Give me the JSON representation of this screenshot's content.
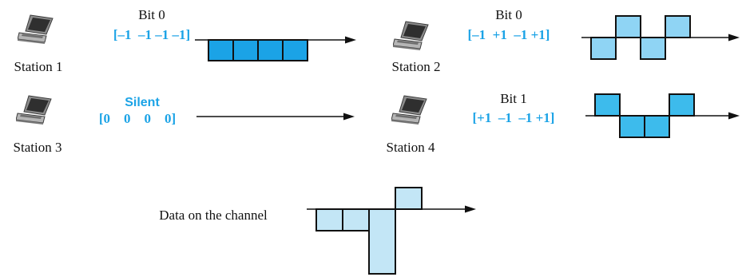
{
  "stations": [
    {
      "id": 1,
      "label": "Station 1",
      "bit_label": "Bit 0",
      "code_text": "[–1  –1 –1 –1]",
      "code": [
        -1,
        -1,
        -1,
        -1
      ],
      "fill": "#1ba3e6"
    },
    {
      "id": 2,
      "label": "Station 2",
      "bit_label": "Bit 0",
      "code_text": "[–1  +1  –1 +1]",
      "code": [
        -1,
        1,
        -1,
        1
      ],
      "fill": "#8fd4f4"
    },
    {
      "id": 3,
      "label": "Station 3",
      "bit_label": "Silent",
      "code_text": "[0    0    0    0]",
      "code": [
        0,
        0,
        0,
        0
      ],
      "fill": "none"
    },
    {
      "id": 4,
      "label": "Station 4",
      "bit_label": "Bit 1",
      "code_text": "[+1  –1  –1 +1]",
      "code": [
        1,
        -1,
        -1,
        1
      ],
      "fill": "#3dbbec"
    }
  ],
  "channel": {
    "label": "Data on the channel",
    "values": [
      -1,
      -1,
      -3,
      1
    ],
    "fill": "#c3e6f6"
  },
  "colors": {
    "accent_text": "#1ba3e6",
    "stroke": "#111111"
  },
  "icons": {
    "station": "laptop-icon"
  }
}
